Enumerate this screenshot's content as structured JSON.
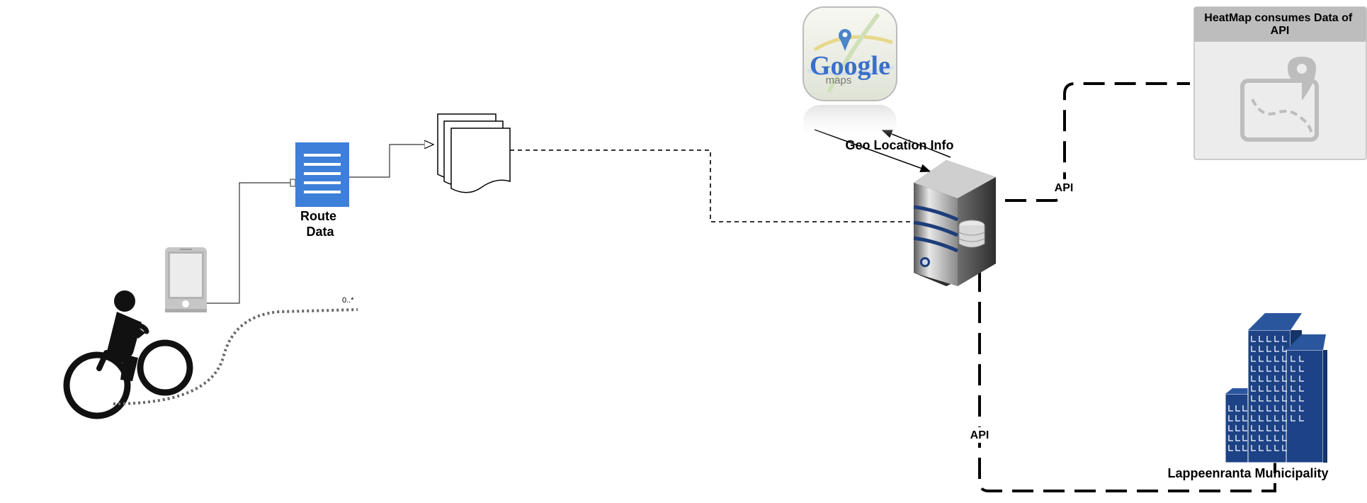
{
  "labels": {
    "route_data_line1": "Route",
    "route_data_line2": "Data",
    "geo_location": "Geo Location Info",
    "api_top": "API",
    "api_bottom": "API",
    "heatmap_line1": "HeatMap consumes Data of",
    "heatmap_line2": "API",
    "municipality": "Lappeenranta  Municipality",
    "multiplicity": "0..*",
    "google_logo": "Google",
    "google_sub": "maps"
  },
  "icons": {
    "cyclist": "cyclist-icon",
    "phone": "smartphone-icon",
    "document": "document-icon",
    "multi_document": "multi-document-icon",
    "server": "server-icon",
    "google_maps": "google-maps-icon",
    "map_pin": "map-pin-icon",
    "buildings": "office-buildings-icon"
  },
  "colors": {
    "doc_blue": "#3d7fd9",
    "building_blue": "#1d4286",
    "heatmap_header": "#bdbdbd",
    "heatmap_body": "#ececec",
    "connector": "#000000"
  }
}
